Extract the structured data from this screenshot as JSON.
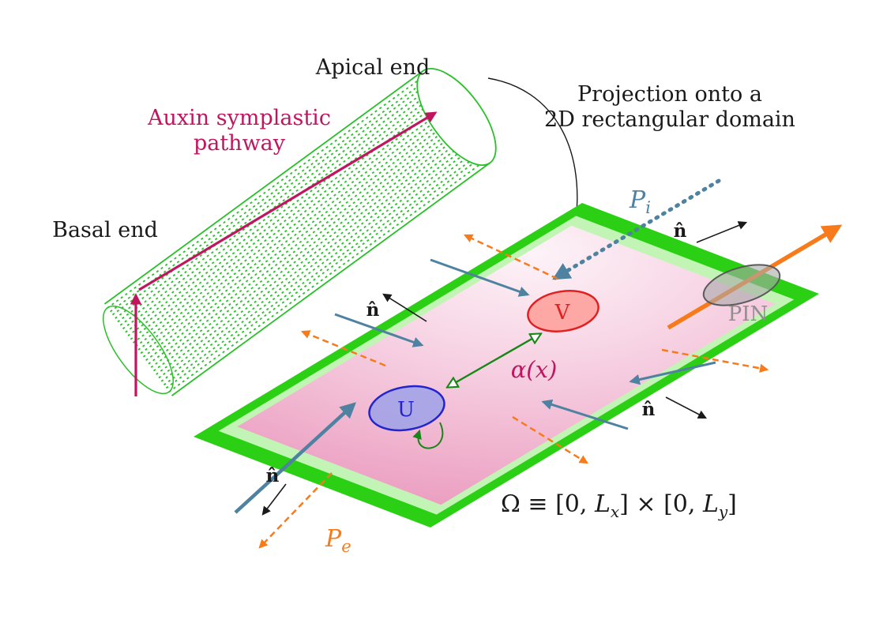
{
  "labels": {
    "apical_end": "Apical end",
    "basal_end": "Basal end",
    "auxin_pathway_line1": "Auxin symplastic",
    "auxin_pathway_line2": "pathway",
    "projection_line1": "Projection onto a",
    "projection_line2": "2D rectangular domain",
    "pin": "PIN",
    "u_compartment": "U",
    "v_compartment": "V",
    "alpha": "α(x)",
    "normal_hat": "n̂",
    "p_base": "P",
    "p_i_sub": "i",
    "p_e_sub": "e",
    "omega_open": "Ω ≡ [0, ",
    "omega_lx": "L",
    "omega_lx_sub": "x",
    "omega_mid": "] × [0, ",
    "omega_ly": "L",
    "omega_ly_sub": "y",
    "omega_close": "]"
  },
  "colors": {
    "crimson": "#bf165f",
    "border_green": "#2bd015",
    "border_light_green": "#c2f5b5",
    "cylinder_green": "#28c028",
    "reaction_green": "#178717",
    "influx_teal": "#4f81a0",
    "efflux_orange": "#f87b1b",
    "interior_pink": "#eb9cbf",
    "u_blue": "#2424cc",
    "v_red": "#e02020",
    "pin_gray": "#8f8f8f",
    "text_black": "#1a1a1a"
  }
}
